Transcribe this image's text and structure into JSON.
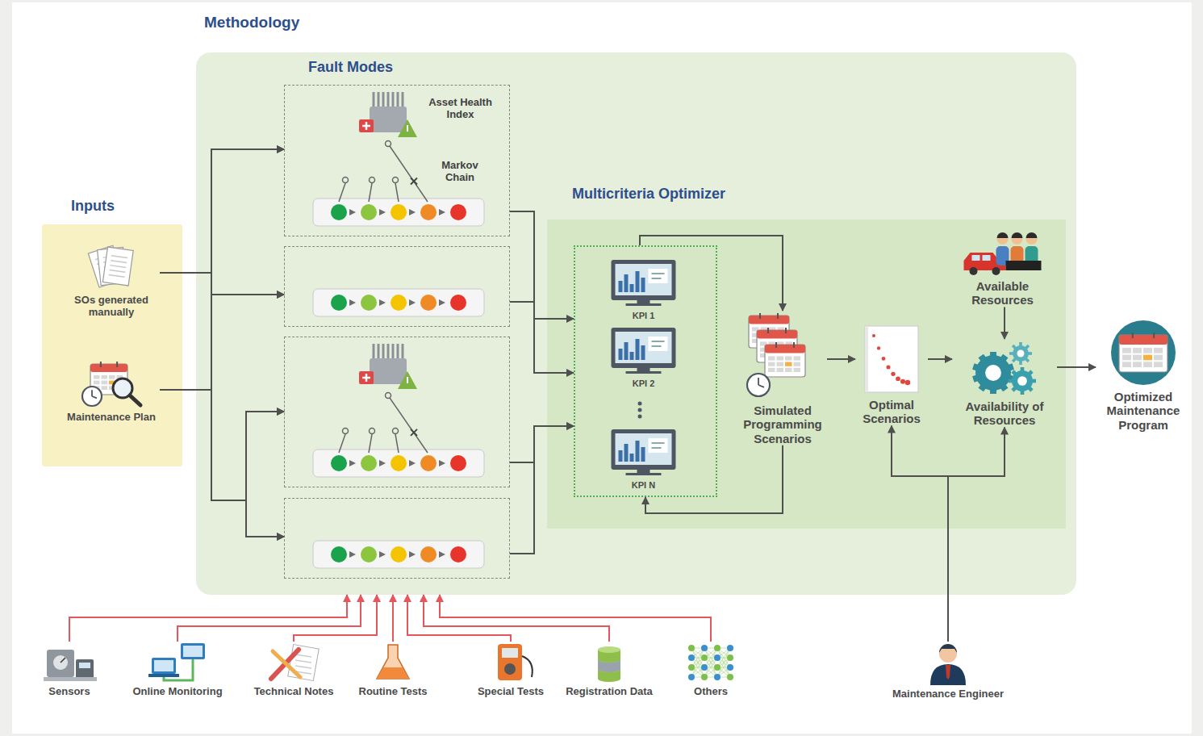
{
  "diagram": {
    "nodes": [
      {
        "text": [
          "Inputs"
        ]
      },
      {
        "text": [
          "SOs generated manually"
        ],
        "in": 0
      },
      {
        "text": [
          "Maintenance Plan"
        ],
        "in": 0
      },
      {
        "text": [
          "Methodology"
        ]
      },
      {
        "text": [
          "Asset Health Index",
          "Markov Chain"
        ],
        "in": 3
      },
      {
        "text": [],
        "in": 3
      },
      {
        "text": [],
        "in": 3
      },
      {
        "text": [],
        "in": 3
      },
      {
        "text": [
          "Multicriteria Optimizer"
        ],
        "in": 3
      },
      {
        "text": [],
        "in": 8
      },
      {
        "text": [
          "KPI 1"
        ],
        "in": 9
      },
      {
        "text": [
          "KPI 2"
        ],
        "in": 9
      },
      {
        "text": [
          "KPI N"
        ],
        "in": 9
      },
      {
        "text": [
          "Simulated Programming Scenarios"
        ],
        "in": 8
      },
      {
        "text": [
          "Optimal Scenarios"
        ],
        "in": 8
      },
      {
        "text": [
          "Available Resources"
        ],
        "in": 8
      },
      {
        "text": [
          "Availability of Resources"
        ],
        "in": 8
      },
      {
        "text": [
          "Optimized Maintenance Program"
        ]
      },
      {
        "text": [
          "Sensors"
        ]
      },
      {
        "text": [
          "Online Monitoring"
        ]
      },
      {
        "text": [
          "Technical Notes"
        ]
      },
      {
        "text": [
          "Routine Tests"
        ]
      },
      {
        "text": [
          "Special Tests"
        ]
      },
      {
        "text": [
          "Registration Data"
        ]
      },
      {
        "text": [
          "Others"
        ]
      },
      {
        "text": [
          "Maintenance Engineer"
        ]
      }
    ],
    "edges": [
      {
        "from": 1,
        "to": 4,
        "arrow": "to"
      },
      {
        "from": 1,
        "to": 5,
        "arrow": "to"
      },
      {
        "from": 1,
        "to": 6,
        "arrow": "to"
      },
      {
        "from": 1,
        "to": 7,
        "arrow": "to"
      },
      {
        "from": 2,
        "to": 4,
        "arrow": "to"
      },
      {
        "from": 2,
        "to": 5,
        "arrow": "to"
      },
      {
        "from": 2,
        "to": 6,
        "arrow": "to"
      },
      {
        "from": 2,
        "to": 7,
        "arrow": "to"
      },
      {
        "from": 4,
        "to": 9,
        "arrow": "to"
      },
      {
        "from": 5,
        "to": 9,
        "arrow": "to"
      },
      {
        "from": 6,
        "to": 9,
        "arrow": "to"
      },
      {
        "from": 7,
        "to": 9,
        "arrow": "to"
      },
      {
        "from": 9,
        "to": 13,
        "arrow": "to"
      },
      {
        "from": 13,
        "to": 9,
        "arrow": "to"
      },
      {
        "from": 13,
        "to": 14,
        "arrow": "to"
      },
      {
        "from": 14,
        "to": 16,
        "arrow": "to"
      },
      {
        "from": 15,
        "to": 16,
        "arrow": "to"
      },
      {
        "from": 16,
        "to": 17,
        "arrow": "to"
      },
      {
        "from": 18,
        "to": 3,
        "arrow": "to"
      },
      {
        "from": 19,
        "to": 3,
        "arrow": "to"
      },
      {
        "from": 20,
        "to": 3,
        "arrow": "to"
      },
      {
        "from": 21,
        "to": 3,
        "arrow": "to"
      },
      {
        "from": 22,
        "to": 3,
        "arrow": "to"
      },
      {
        "from": 23,
        "to": 3,
        "arrow": "to"
      },
      {
        "from": 24,
        "to": 3,
        "arrow": "to"
      },
      {
        "from": 25,
        "to": 14,
        "arrow": "to"
      },
      {
        "from": 25,
        "to": 16,
        "arrow": "to"
      }
    ],
    "labels": [
      "Fault Modes"
    ]
  }
}
